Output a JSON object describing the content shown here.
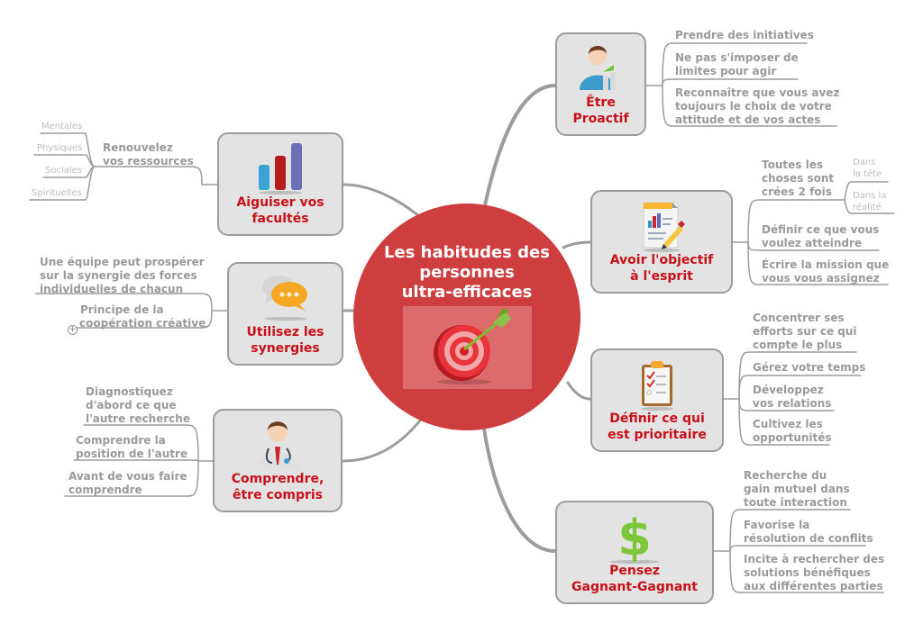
{
  "center": {
    "title_lines": [
      "Les habitudes des",
      "personnes",
      "ultra-efficaces"
    ],
    "image": "target-dart-icon",
    "color": "#cf3e3f"
  },
  "colors": {
    "node_fill": "#e3e3e3",
    "node_border": "#9c9c9c",
    "node_label": "#c8101a",
    "leaf_text": "#9a9a9a",
    "connector": "#9c9c9c"
  },
  "branches": [
    {
      "id": "etre-proactif",
      "label_lines": [
        "Être",
        "Proactif"
      ],
      "icon": "person-growth-icon",
      "items": [
        {
          "lines": [
            "Prendre des initiatives"
          ]
        },
        {
          "lines": [
            "Ne pas s'imposer de",
            "limites pour agir"
          ]
        },
        {
          "lines": [
            "Reconnaître que vous avez",
            "toujours le choix de votre",
            "attitude et de vos actes"
          ]
        }
      ]
    },
    {
      "id": "avoir-objectif",
      "label_lines": [
        "Avoir l'objectif",
        "à l'esprit"
      ],
      "icon": "document-chart-pencil-icon",
      "items": [
        {
          "lines": [
            "Toutes les",
            "choses sont",
            "crées 2 fois"
          ],
          "children": [
            {
              "lines": [
                "Dans",
                "la tête"
              ]
            },
            {
              "lines": [
                "Dans la",
                "réalité"
              ]
            }
          ]
        },
        {
          "lines": [
            "Définir ce que vous",
            "voulez atteindre"
          ]
        },
        {
          "lines": [
            "Écrire la mission que",
            "vous vous assignez"
          ]
        }
      ]
    },
    {
      "id": "definir-prioritaire",
      "label_lines": [
        "Définir ce qui",
        "est prioritaire"
      ],
      "icon": "clipboard-checklist-icon",
      "items": [
        {
          "lines": [
            "Concentrer ses",
            "efforts sur ce qui",
            "compte le plus"
          ]
        },
        {
          "lines": [
            "Gérez votre temps"
          ]
        },
        {
          "lines": [
            "Développez",
            "vos relations"
          ]
        },
        {
          "lines": [
            "Cultivez les",
            "opportunités"
          ]
        }
      ]
    },
    {
      "id": "pensez-gagnant",
      "label_lines": [
        "Pensez",
        "Gagnant-Gagnant"
      ],
      "icon": "dollar-sign-icon",
      "items": [
        {
          "lines": [
            "Recherche du",
            "gain mutuel dans",
            "toute interaction"
          ]
        },
        {
          "lines": [
            "Favorise la",
            "résolution de conflits"
          ]
        },
        {
          "lines": [
            "Incite à rechercher des",
            "solutions bénéfiques",
            "aux différentes parties"
          ]
        }
      ]
    },
    {
      "id": "aiguiser-facultes",
      "label_lines": [
        "Aiguiser vos",
        "facultés"
      ],
      "icon": "bar-chart-icon",
      "items": [
        {
          "lines": [
            "Renouvelez",
            "vos ressources"
          ],
          "children": [
            {
              "lines": [
                "Mentales"
              ]
            },
            {
              "lines": [
                "Physiques"
              ]
            },
            {
              "lines": [
                "Sociales"
              ]
            },
            {
              "lines": [
                "Spirituelles"
              ]
            }
          ]
        }
      ]
    },
    {
      "id": "utilisez-synergies",
      "label_lines": [
        "Utilisez les",
        "synergies"
      ],
      "icon": "chat-bubbles-icon",
      "items": [
        {
          "lines": [
            "Une équipe peut prospérer",
            "sur la synergie des forces",
            "individuelles de chacun"
          ]
        },
        {
          "lines": [
            "Principe de la",
            "coopération créative"
          ],
          "collapsed_marker": "+"
        }
      ]
    },
    {
      "id": "comprendre",
      "label_lines": [
        "Comprendre,",
        "être compris"
      ],
      "icon": "doctor-icon",
      "items": [
        {
          "lines": [
            "Diagnostiquez",
            "d'abord ce que",
            "l'autre recherche"
          ]
        },
        {
          "lines": [
            "Comprendre la",
            "position de l'autre"
          ]
        },
        {
          "lines": [
            "Avant de vous faire",
            "comprendre"
          ]
        }
      ]
    }
  ]
}
